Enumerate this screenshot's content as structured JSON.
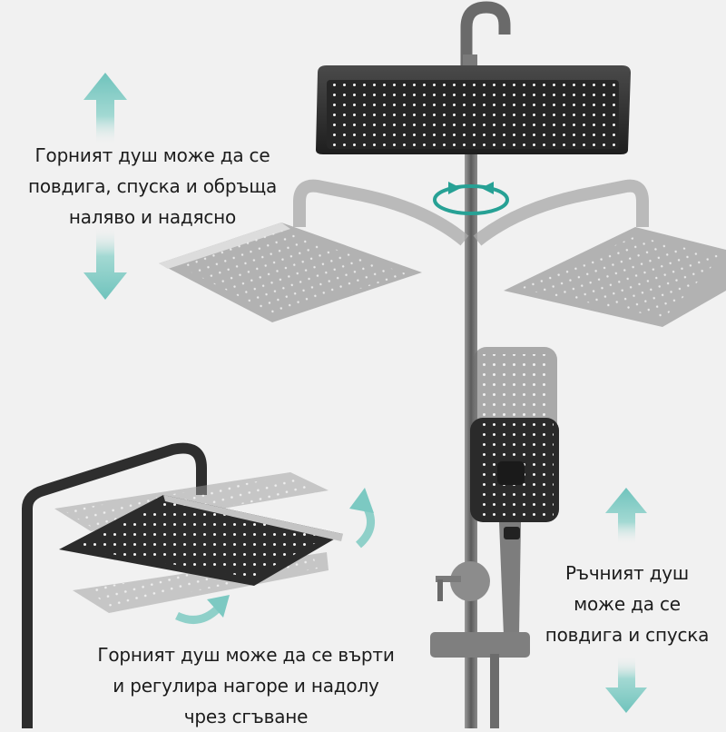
{
  "image": {
    "background": "#f1f1f1",
    "accent_color": "#3aa9a0",
    "arrow_color": "#7cc9c2"
  },
  "captions": {
    "top_shower": {
      "lines": [
        "Горният душ може да се",
        "повдига, спуска и обръща",
        "наляво и надясно"
      ]
    },
    "hand_shower": {
      "lines": [
        "Ръчният душ",
        "може да се",
        "повдига и спуска"
      ]
    },
    "tilt_shower": {
      "lines": [
        "Горният душ може да се върти",
        "и регулира нагоре и надолу",
        "чрез сгъване"
      ]
    }
  },
  "icons": {
    "top_vertical_arrow": "up-down-arrow-icon",
    "rotation_arrow": "rotate-left-right-icon",
    "tilt_arrows": "curved-tilt-arrow-icon",
    "hand_vertical_arrow": "up-down-arrow-icon"
  }
}
